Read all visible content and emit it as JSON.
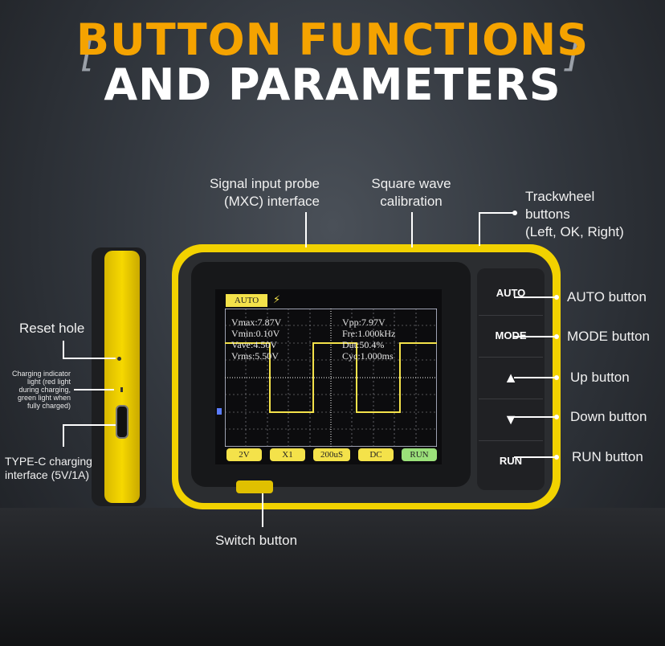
{
  "title": {
    "line1": "BUTTON FUNCTIONS",
    "line2": "AND PARAMETERS",
    "bracket_left": "[",
    "bracket_right": "]"
  },
  "callouts": {
    "signal_probe": [
      "Signal input probe",
      "(MXC) interface"
    ],
    "square_wave": [
      "Square wave",
      "calibration"
    ],
    "trackwheel": [
      "Trackwheel",
      "buttons",
      "(Left, OK, Right)"
    ],
    "auto_button": "AUTO button",
    "mode_button": "MODE button",
    "up_button": "Up button",
    "down_button": "Down button",
    "run_button": "RUN button",
    "switch_button": "Switch button",
    "reset_hole": "Reset hole",
    "charging_indicator": [
      "Charging indicator",
      "light (red light",
      "during charging,",
      "green light when",
      "fully charged)"
    ],
    "type_c": [
      "TYPE-C charging",
      "interface (5V/1A)"
    ]
  },
  "device": {
    "buttons": {
      "auto": "AUTO",
      "mode": "MODE",
      "up": "▲",
      "down": "▼",
      "run": "RUN"
    },
    "screen": {
      "mode_badge": "AUTO",
      "trigger_icon": "trigger-icon",
      "measurements_left": [
        "Vmax:7.87V",
        "Vmin:0.10V",
        "Vave:4.50V",
        "Vrms:5.50V"
      ],
      "measurements_right": [
        "Vpp:7.97V",
        "Fre:1.000kHz",
        "Dut:50.4%",
        "Cyc:1.000ms"
      ],
      "bottom_chips": [
        "2V",
        "X1",
        "200uS",
        "DC",
        "RUN"
      ]
    }
  },
  "colors": {
    "accent": "#f5a300",
    "device_yellow": "#f2d200",
    "waveform": "#f4e24a",
    "run_chip": "#9be07a"
  }
}
